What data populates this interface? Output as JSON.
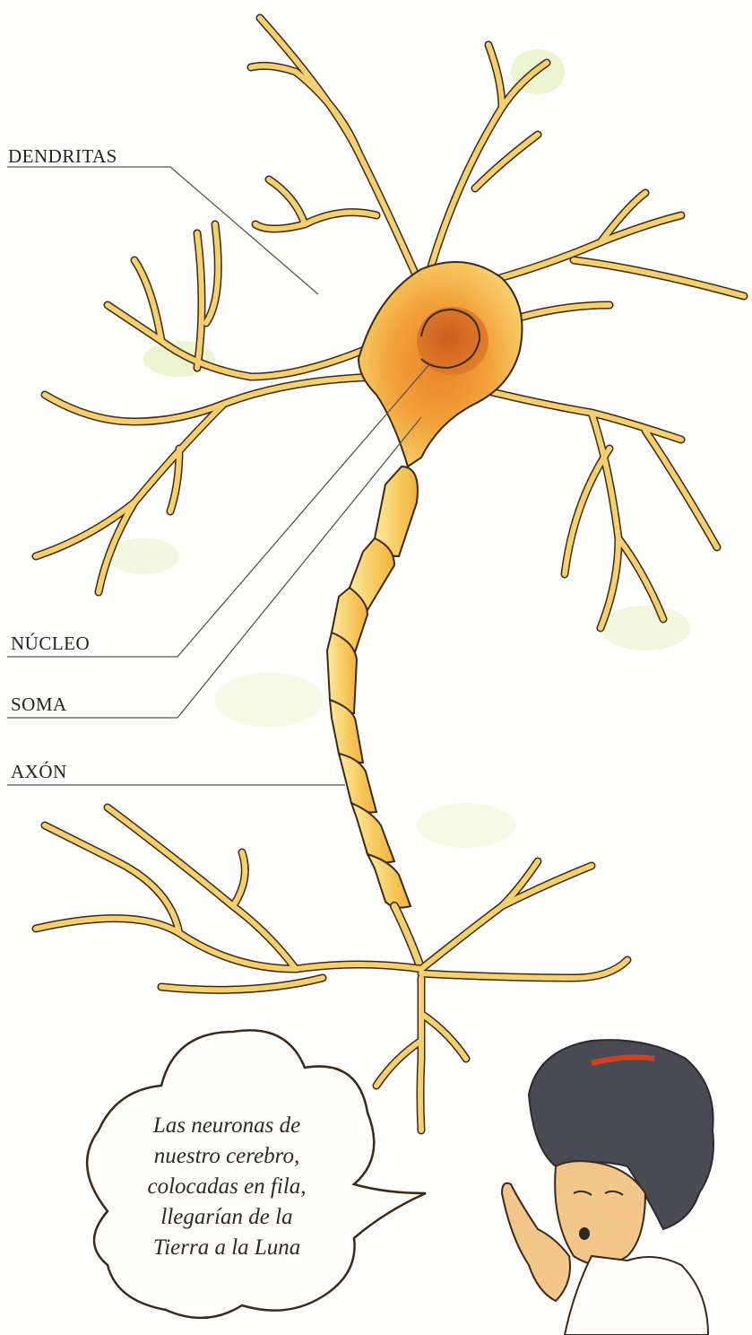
{
  "labels": {
    "dendritas": "DENDRITAS",
    "nucleo": "NÚCLEO",
    "soma": "SOMA",
    "axon": "AXÓN"
  },
  "speech_bubble": {
    "lines": [
      "Las neuronas de",
      "nuestro cerebro,",
      "colocadas en fila,",
      "llegarían de la",
      "Tierra a la Luna"
    ]
  },
  "colors": {
    "neuron_fill": "#f6cf6a",
    "neuron_light": "#fbe9a8",
    "soma_fill": "#f0a030",
    "nucleus": "#c9601c",
    "outline": "#3a2a1a",
    "wash_green": "#dbeaa6",
    "hair": "#4a4a55"
  }
}
